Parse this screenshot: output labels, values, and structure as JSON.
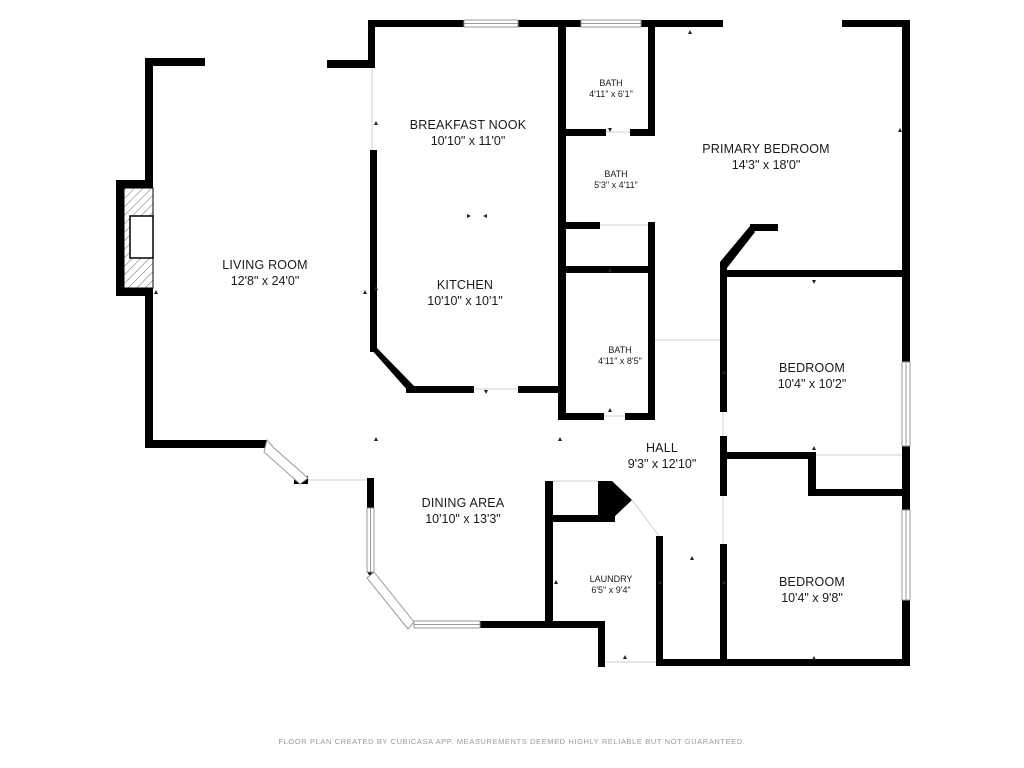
{
  "rooms": {
    "breakfast_nook": {
      "name": "BREAKFAST NOOK",
      "dim": "10'10\" x 11'0\""
    },
    "kitchen": {
      "name": "KITCHEN",
      "dim": "10'10\" x 10'1\""
    },
    "living_room": {
      "name": "LIVING ROOM",
      "dim": "12'8\" x 24'0\""
    },
    "bath_1": {
      "name": "BATH",
      "dim": "4'11\" x 6'1\""
    },
    "bath_2": {
      "name": "BATH",
      "dim": "5'3\" x 4'11\""
    },
    "bath_3": {
      "name": "BATH",
      "dim": "4'11\" x 8'5\""
    },
    "primary_bedroom": {
      "name": "PRIMARY BEDROOM",
      "dim": "14'3\" x 18'0\""
    },
    "bedroom_1": {
      "name": "BEDROOM",
      "dim": "10'4\" x 10'2\""
    },
    "bedroom_2": {
      "name": "BEDROOM",
      "dim": "10'4\" x 9'8\""
    },
    "hall": {
      "name": "HALL",
      "dim": "9'3\" x 12'10\""
    },
    "dining_area": {
      "name": "DINING AREA",
      "dim": "10'10\" x 13'3\""
    },
    "laundry": {
      "name": "LAUNDRY",
      "dim": "6'5\" x 9'4\""
    }
  },
  "footer": "FLOOR PLAN CREATED BY CUBICASA APP. MEASUREMENTS DEEMED HIGHLY RELIABLE BUT NOT GUARANTEED."
}
